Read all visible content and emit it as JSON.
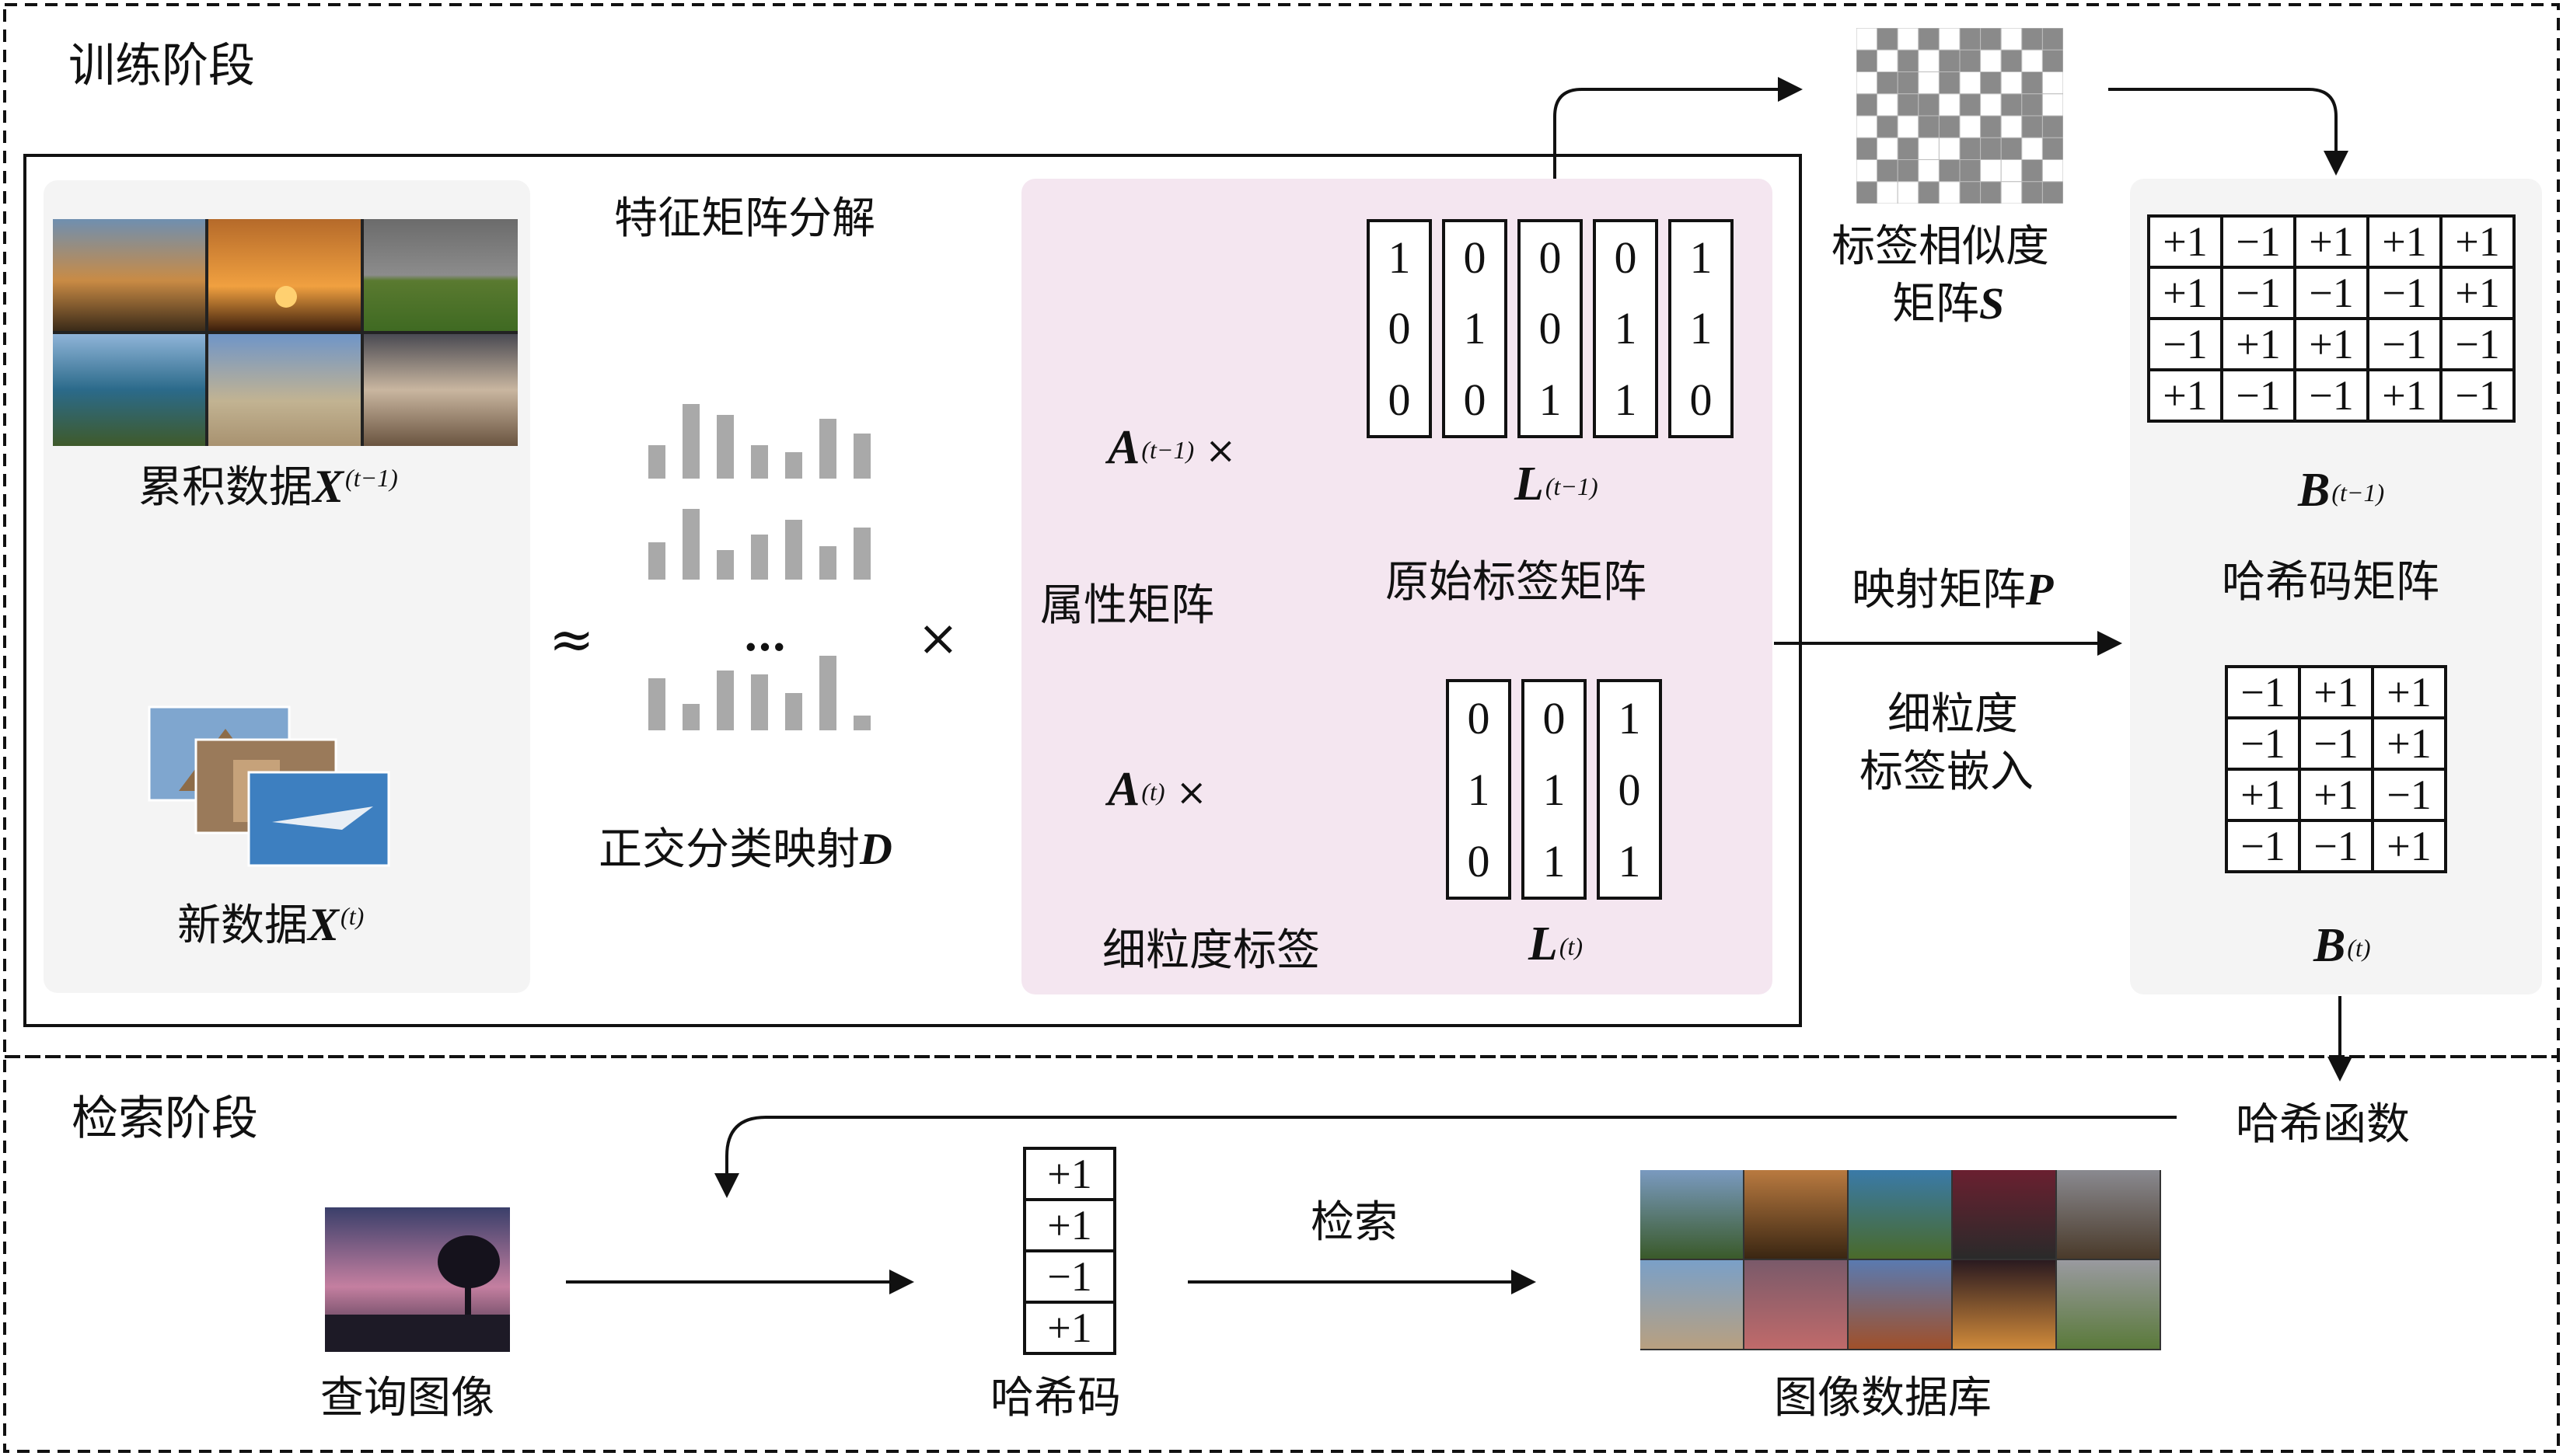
{
  "sections": {
    "train": "训练阶段",
    "retrieve": "检索阶段"
  },
  "left": {
    "accum_label": "累积数据",
    "accum_var": "X",
    "accum_sup": "(t−1)",
    "new_label": "新数据",
    "new_var": "X",
    "new_sup": "(t)"
  },
  "middle": {
    "title": "特征矩阵分解",
    "approx": "≈",
    "times": "×",
    "dots": "…",
    "ortho_label": "正交分类映射",
    "ortho_var": "D"
  },
  "pink": {
    "A_prev": "A",
    "A_prev_sup": "(t−1)",
    "A_cur": "A",
    "A_cur_sup": "(t)",
    "times": "×",
    "attr_label": "属性矩阵",
    "orig_label": "原始标签矩阵",
    "fine_label": "细粒度标签",
    "L_prev_var": "L",
    "L_prev_sup": "(t−1)",
    "L_cur_var": "L",
    "L_cur_sup": "(t)",
    "L_prev_cols": [
      [
        "1",
        "0",
        "0"
      ],
      [
        "0",
        "1",
        "0"
      ],
      [
        "0",
        "0",
        "1"
      ],
      [
        "0",
        "1",
        "1"
      ],
      [
        "1",
        "1",
        "0"
      ]
    ],
    "L_cur_cols": [
      [
        "0",
        "1",
        "0"
      ],
      [
        "0",
        "1",
        "1"
      ],
      [
        "1",
        "0",
        "1"
      ]
    ]
  },
  "similarity": {
    "label_line1": "标签相似度",
    "label_line2": "矩阵",
    "var": "S",
    "grid": [
      "0101011011",
      "1010110101",
      "0110101010",
      "1011010110",
      "0101101011",
      "1010011101",
      "0110110010",
      "1001011011"
    ]
  },
  "mapping": {
    "label": "映射矩阵",
    "var": "P",
    "embed_line1": "细粒度",
    "embed_line2": "标签嵌入"
  },
  "hash_panel": {
    "title": "哈希码矩阵",
    "B_prev_var": "B",
    "B_prev_sup": "(t−1)",
    "B_cur_var": "B",
    "B_cur_sup": "(t)",
    "B_prev": [
      [
        "+1",
        "−1",
        "+1",
        "+1",
        "+1"
      ],
      [
        "+1",
        "−1",
        "−1",
        "−1",
        "+1"
      ],
      [
        "−1",
        "+1",
        "+1",
        "−1",
        "−1"
      ],
      [
        "+1",
        "−1",
        "−1",
        "+1",
        "−1"
      ]
    ],
    "B_cur": [
      [
        "−1",
        "+1",
        "+1"
      ],
      [
        "−1",
        "−1",
        "+1"
      ],
      [
        "+1",
        "+1",
        "−1"
      ],
      [
        "−1",
        "−1",
        "+1"
      ]
    ]
  },
  "retrieval": {
    "hash_fn": "哈希函数",
    "query_label": "查询图像",
    "code_label": "哈希码",
    "code": [
      "+1",
      "+1",
      "−1",
      "+1"
    ],
    "search_label": "检索",
    "db_label": "图像数据库"
  },
  "colors": {
    "pink_panel": "#f4e6f0",
    "gray_panel": "#f4f4f4",
    "bar": "#a9a9a9",
    "sim_dark": "#8a8a8a"
  },
  "bars": [
    [
      0.45,
      1.0,
      0.85,
      0.45,
      0.35,
      0.8,
      0.6
    ],
    [
      0.5,
      0.95,
      0.4,
      0.6,
      0.8,
      0.45,
      0.7
    ],
    [
      0.7,
      0.35,
      0.8,
      0.75,
      0.5,
      1.0,
      0.2
    ]
  ]
}
